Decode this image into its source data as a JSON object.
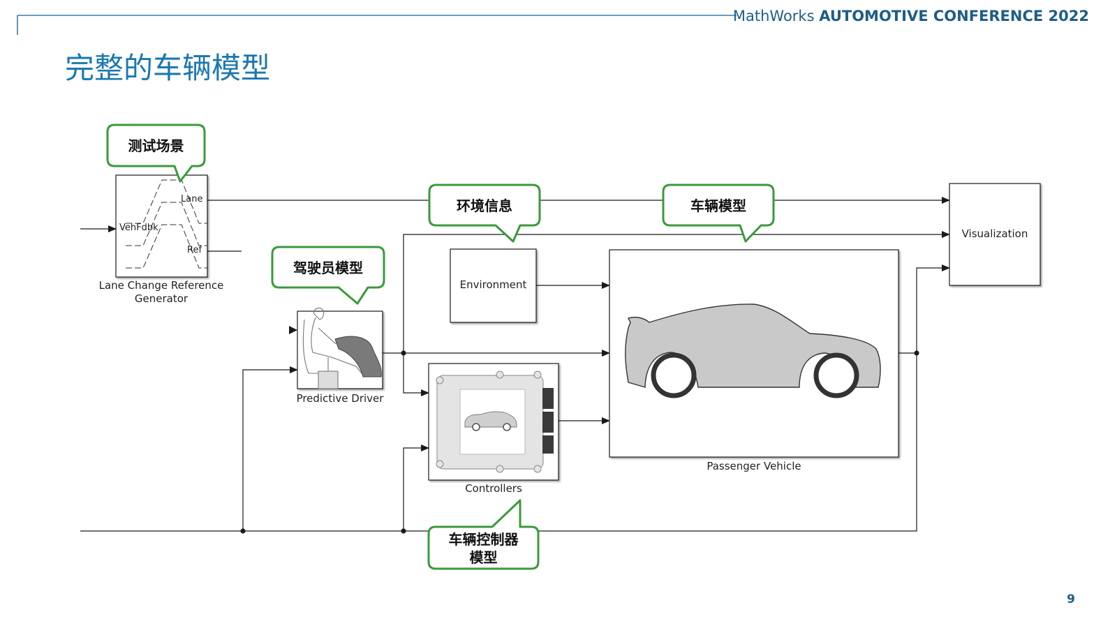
{
  "header": {
    "brand_name": "MathWorks",
    "brand_conference": "AUTOMOTIVE CONFERENCE 2022",
    "title": "完整的车辆模型",
    "page_number": "9"
  },
  "blocks": {
    "lane_change": {
      "label_line1": "Lane Change Reference",
      "label_line2": "Generator",
      "ports": [
        "Lane",
        "VehFdbk",
        "Ref"
      ]
    },
    "driver": {
      "label": "Predictive Driver"
    },
    "environment": {
      "label": "Environment"
    },
    "controllers": {
      "label": "Controllers"
    },
    "vehicle": {
      "label": "Passenger Vehicle"
    },
    "visualization": {
      "label": "Visualization"
    }
  },
  "callouts": {
    "test_scenario": "测试场景",
    "environment_info": "环境信息",
    "vehicle_model": "车辆模型",
    "driver_model": "驾驶员模型",
    "controller_model_line1": "车辆控制器",
    "controller_model_line2": "模型"
  },
  "colors": {
    "brand_blue": "#1f5d86",
    "title_blue": "#1b78b0",
    "callout_green": "#3a9a3a",
    "wire": "#1a1a1a"
  }
}
